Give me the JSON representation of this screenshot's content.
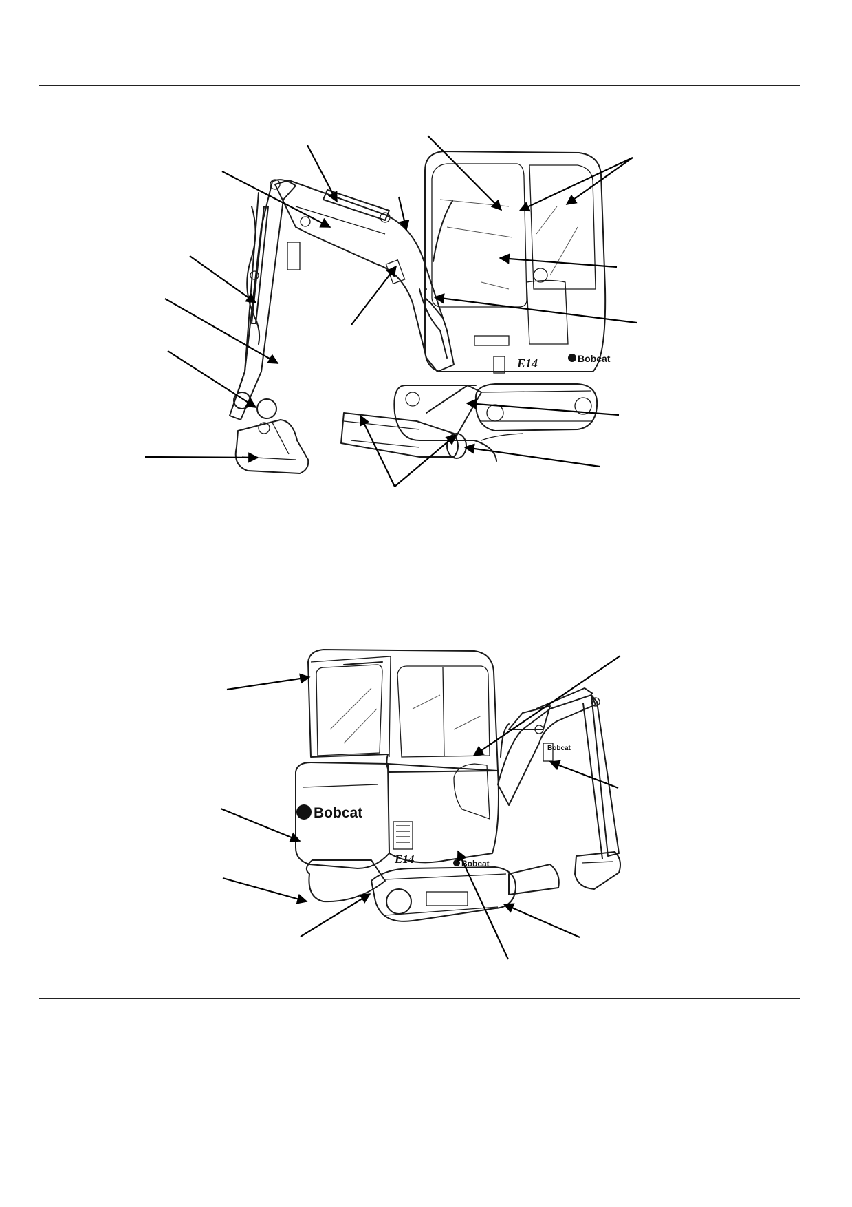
{
  "figure_top": {
    "brand_text": "Bobcat",
    "model_text": "E14"
  },
  "figure_bottom": {
    "brand_text_counterweight": "Bobcat",
    "brand_text_door": "Bobcat",
    "brand_text_arm": "Bobcat",
    "model_text": "E14"
  },
  "colors": {
    "line": "#1a1a1a",
    "frame": "#222222",
    "background": "#ffffff"
  }
}
